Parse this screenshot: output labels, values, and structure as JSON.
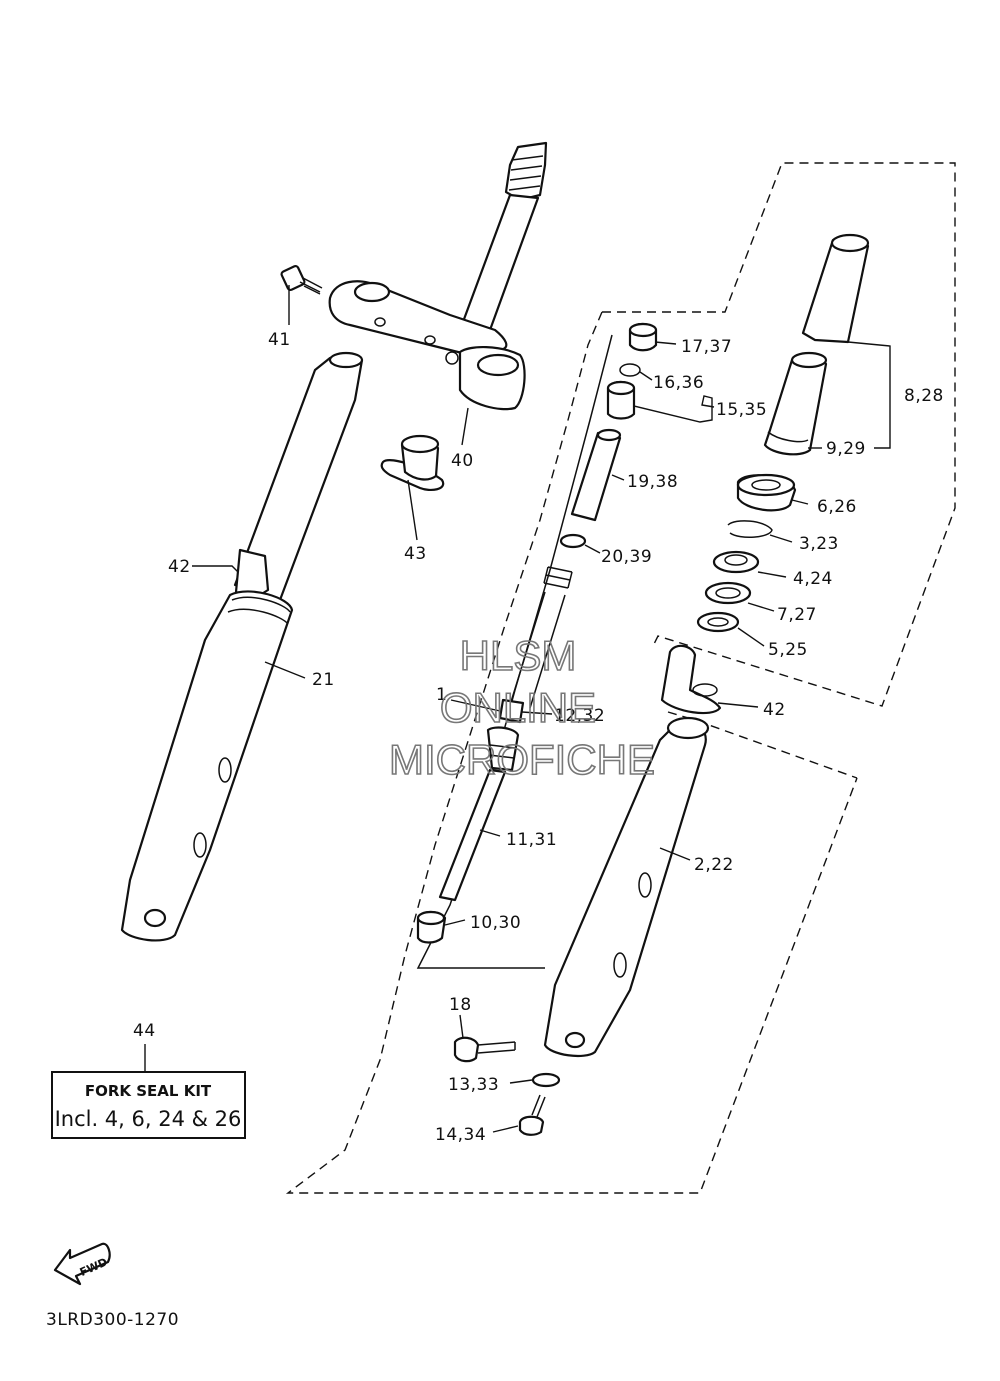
{
  "diagram_code": "3LRD300-1270",
  "watermark": {
    "line1": "HLSM",
    "line2": "ONLINE",
    "line3": "MICROFICHE"
  },
  "kit": {
    "number": "44",
    "title": "FORK SEAL KIT",
    "contents": "Incl. 4, 6, 24 & 26"
  },
  "fwd_label": "FWD",
  "callouts": [
    {
      "id": "c41",
      "text": "41"
    },
    {
      "id": "c40",
      "text": "40"
    },
    {
      "id": "c43",
      "text": "43"
    },
    {
      "id": "c42a",
      "text": "42"
    },
    {
      "id": "c21",
      "text": "21"
    },
    {
      "id": "c1",
      "text": "1"
    },
    {
      "id": "c17",
      "text": "17,37"
    },
    {
      "id": "c16",
      "text": "16,36"
    },
    {
      "id": "c15",
      "text": "15,35"
    },
    {
      "id": "c19",
      "text": "19,38"
    },
    {
      "id": "c20",
      "text": "20,39"
    },
    {
      "id": "c12",
      "text": "12,32"
    },
    {
      "id": "c11",
      "text": "11,31"
    },
    {
      "id": "c10",
      "text": "10,30"
    },
    {
      "id": "c8",
      "text": "8,28"
    },
    {
      "id": "c9",
      "text": "9,29"
    },
    {
      "id": "c6",
      "text": "6,26"
    },
    {
      "id": "c3",
      "text": "3,23"
    },
    {
      "id": "c4",
      "text": "4,24"
    },
    {
      "id": "c7",
      "text": "7,27"
    },
    {
      "id": "c5",
      "text": "5,25"
    },
    {
      "id": "c42b",
      "text": "42"
    },
    {
      "id": "c2",
      "text": "2,22"
    },
    {
      "id": "c18",
      "text": "18"
    },
    {
      "id": "c13",
      "text": "13,33"
    },
    {
      "id": "c14",
      "text": "14,34"
    }
  ]
}
